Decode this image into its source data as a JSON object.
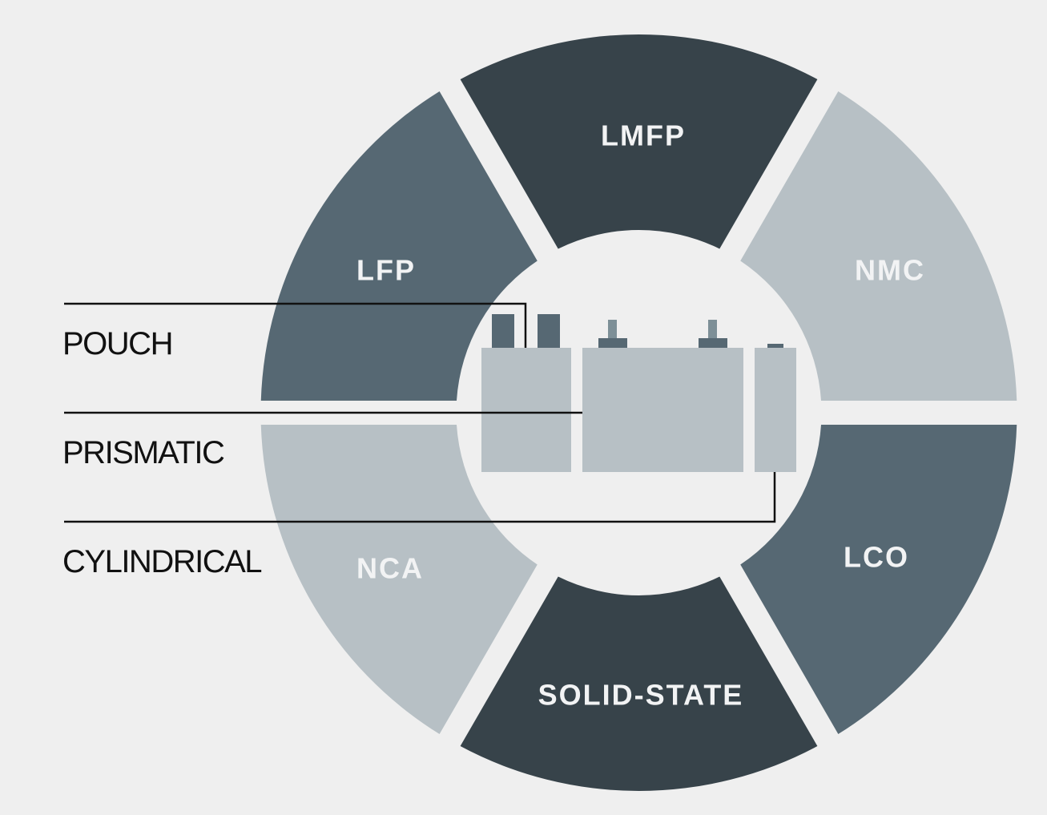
{
  "colors": {
    "background": "#efefef",
    "dark": "#37434a",
    "mid": "#566873",
    "light": "#b7c0c5",
    "leader": "#111111"
  },
  "chemistries": [
    {
      "label": "LMFP",
      "tone": "dark",
      "angle": 90
    },
    {
      "label": "NMC",
      "tone": "light",
      "angle": 30
    },
    {
      "label": "LCO",
      "tone": "mid",
      "angle": -30
    },
    {
      "label": "SOLID-STATE",
      "tone": "dark",
      "angle": -90
    },
    {
      "label": "NCA",
      "tone": "light",
      "angle": -150
    },
    {
      "label": "LFP",
      "tone": "mid",
      "angle": 150
    }
  ],
  "cell_formats": [
    {
      "label": "POUCH"
    },
    {
      "label": "PRISMATIC"
    },
    {
      "label": "CYLINDRICAL"
    }
  ]
}
